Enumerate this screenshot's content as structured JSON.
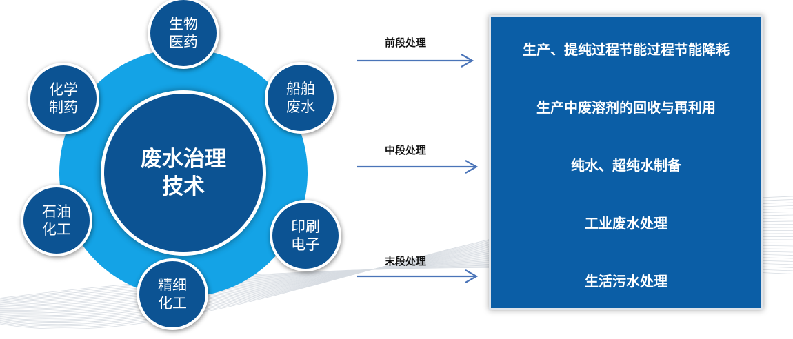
{
  "wheel": {
    "hub_line1": "废水治理",
    "hub_line2": "技术",
    "nodes": [
      {
        "line1": "生物",
        "line2": "医药"
      },
      {
        "line1": "船舶",
        "line2": "废水"
      },
      {
        "line1": "印刷",
        "line2": "电子"
      },
      {
        "line1": "精细",
        "line2": "化工"
      },
      {
        "line1": "石油",
        "line2": "化工"
      },
      {
        "line1": "化学",
        "line2": "制药"
      }
    ]
  },
  "stages": [
    {
      "label": "前段处理"
    },
    {
      "label": "中段处理"
    },
    {
      "label": "末段处理"
    }
  ],
  "results": [
    "生产、提纯过程节能过程节能降耗",
    "生产中废溶剂的回收与再利用",
    "纯水、超纯水制备",
    "工业废水处理",
    "生活污水处理"
  ],
  "colors": {
    "node_fill": "#0c5393",
    "ring_fill": "#14a3e6",
    "panel_fill": "#0b5ea6",
    "arrow": "#4a74b8"
  }
}
